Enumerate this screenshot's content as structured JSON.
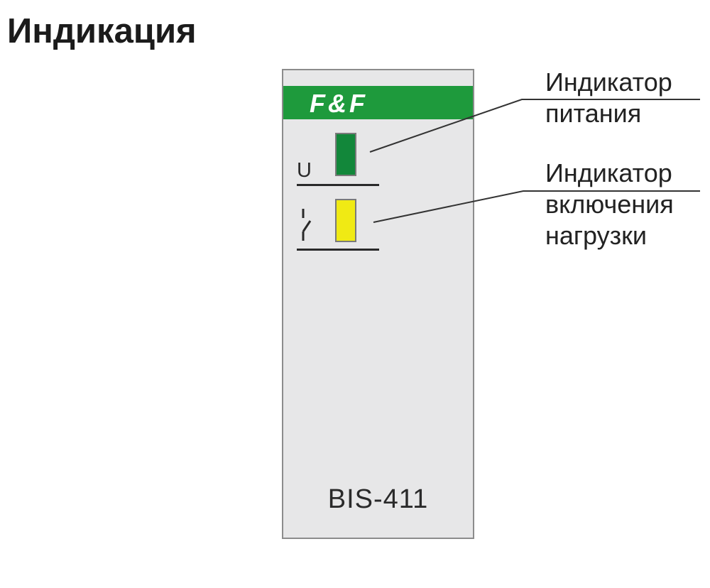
{
  "title": "Индикация",
  "device": {
    "brand": "F&F",
    "brand_color": "#1e9a3c",
    "model": "BIS-411",
    "housing_color": "#e7e7e8",
    "power_led": {
      "symbol": "U",
      "color": "#12873a"
    },
    "load_led": {
      "symbol_icon": "switch-contact-icon",
      "color": "#f0ea14"
    }
  },
  "callouts": [
    {
      "lines": [
        "Индикатор",
        "питания"
      ]
    },
    {
      "lines": [
        "Индикатор",
        "включения",
        "нагрузки"
      ]
    }
  ]
}
